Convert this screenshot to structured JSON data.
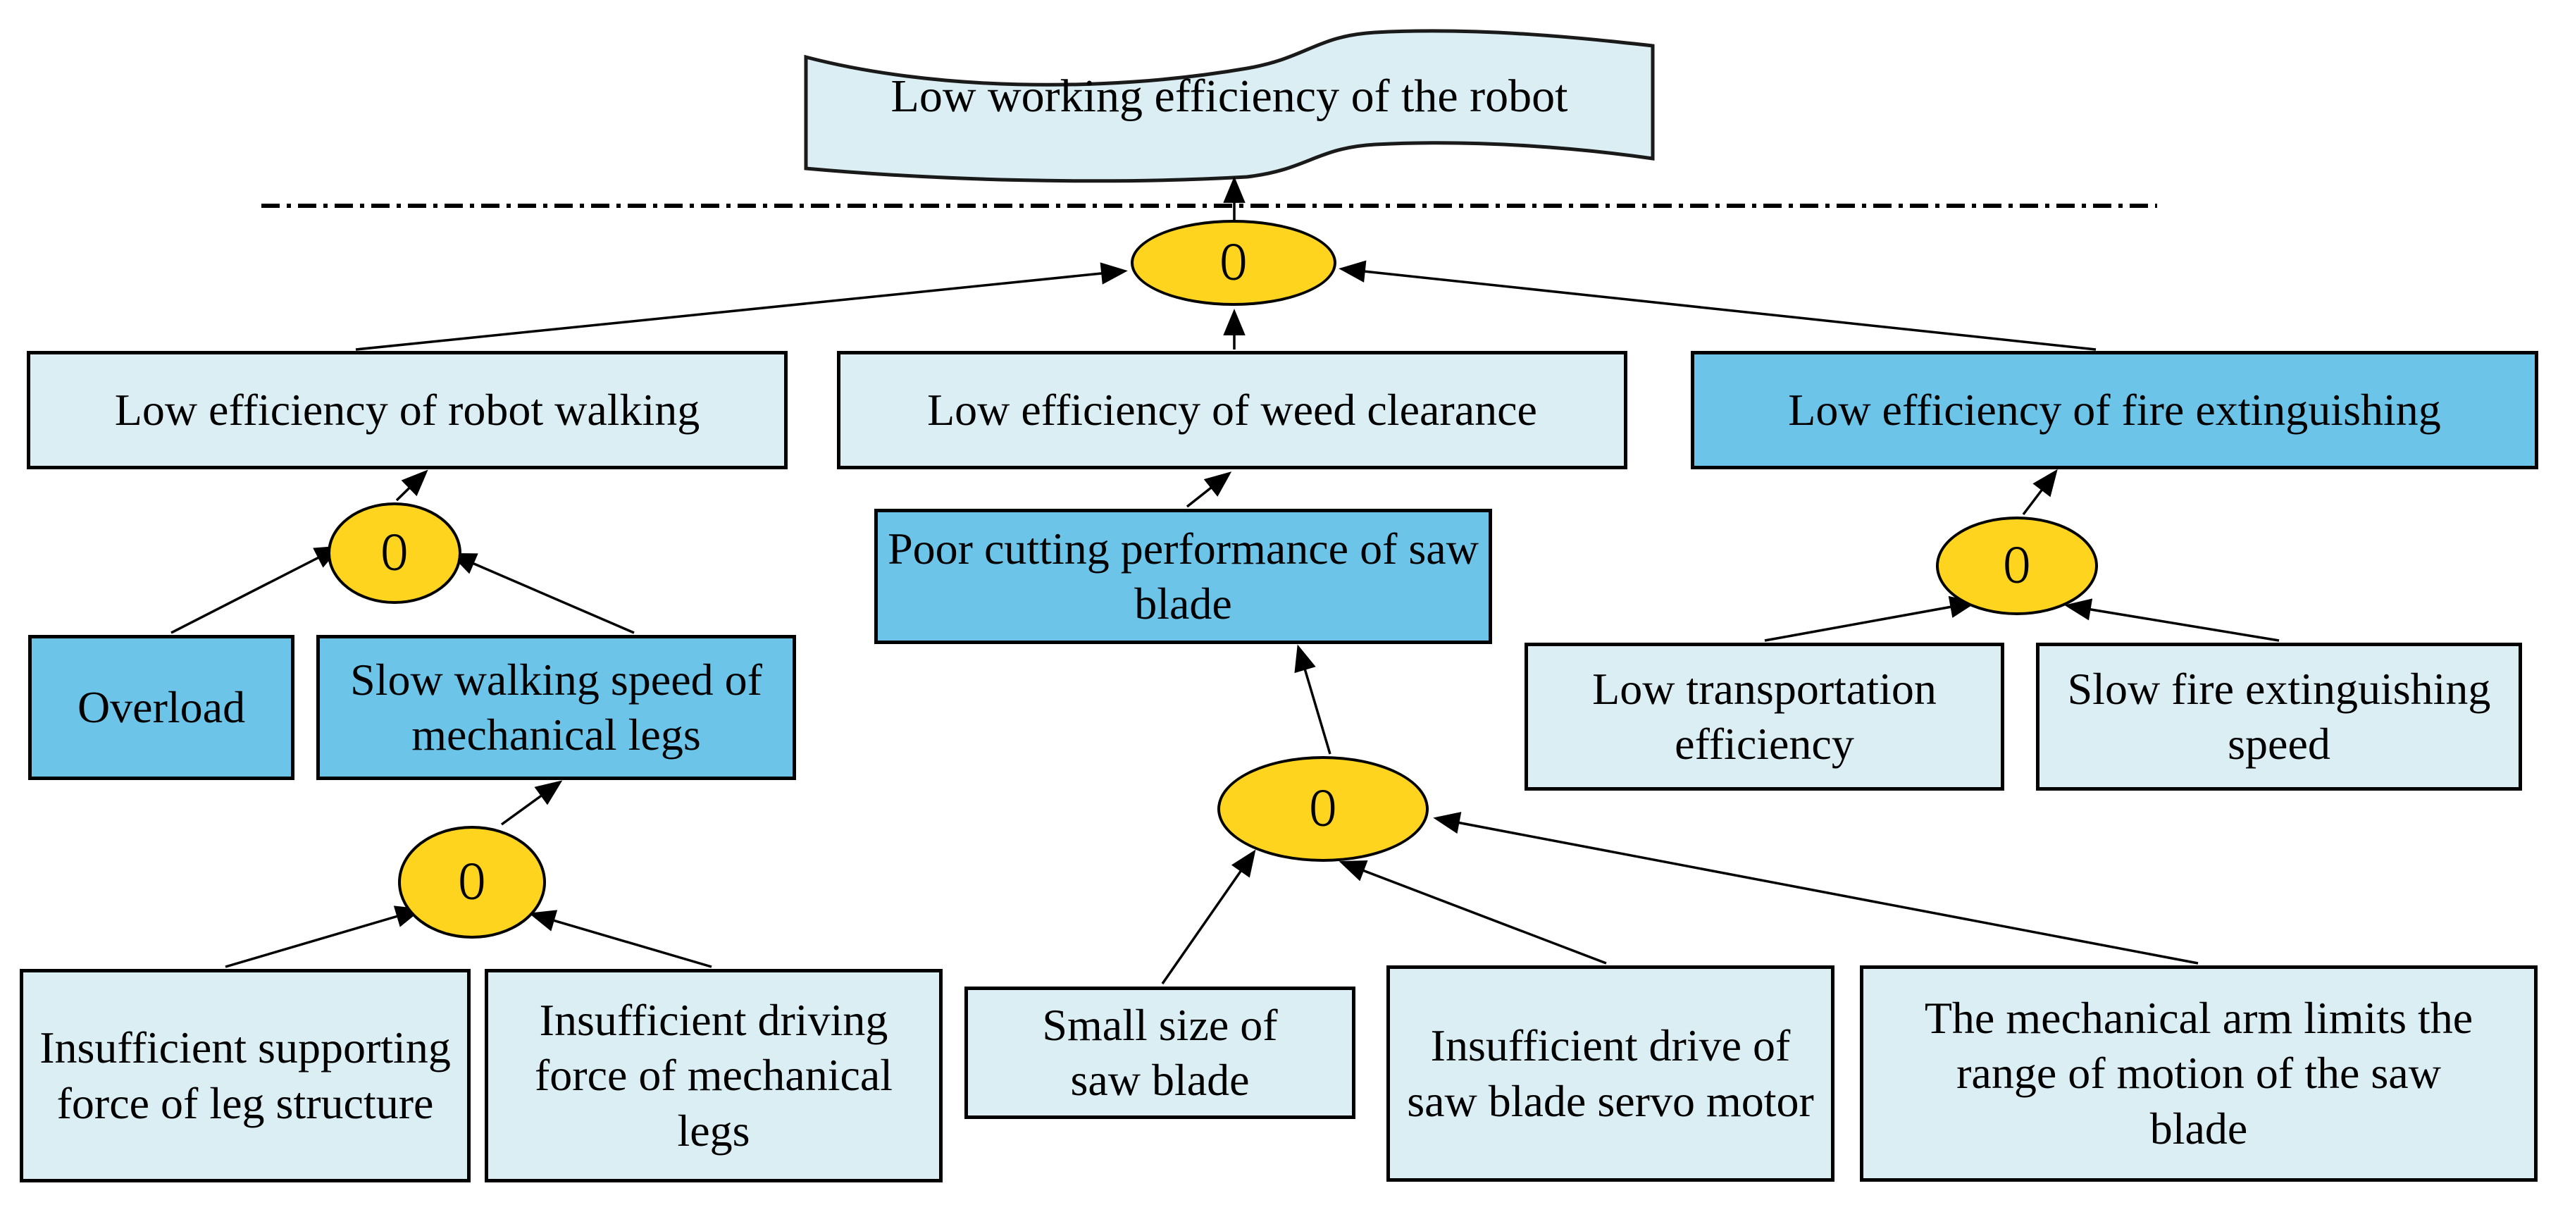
{
  "colors": {
    "pale_box": "#daeef3",
    "medium_box": "#6cc5e9",
    "gate_fill": "#ffd41e",
    "line": "#000000",
    "background": "#ffffff"
  },
  "gate": {
    "symbol": "O"
  },
  "top_event": {
    "label": "Low working efficiency of the robot"
  },
  "nodes": {
    "robot_walking": {
      "label": "Low efficiency of robot walking"
    },
    "weed_clearance": {
      "label": "Low efficiency of weed clearance"
    },
    "fire_extinguishing": {
      "label": "Low efficiency of fire extinguishing"
    },
    "overload": {
      "label": "Overload"
    },
    "slow_walking": {
      "label": "Slow walking speed of mechanical legs"
    },
    "poor_cutting": {
      "label": "Poor cutting performance of saw blade"
    },
    "low_transportation": {
      "label": "Low transportation efficiency"
    },
    "slow_fire_speed": {
      "label": "Slow fire extinguishing speed"
    },
    "insufficient_supporting": {
      "label": "Insufficient supporting force of leg structure"
    },
    "insufficient_driving": {
      "label": "Insufficient driving force of mechanical legs"
    },
    "small_saw_blade": {
      "label": "Small size of saw blade"
    },
    "insufficient_servo": {
      "label": "Insufficient drive of saw blade servo motor"
    },
    "arm_limits_motion": {
      "label": "The mechanical arm limits the range of motion of the saw blade"
    }
  }
}
